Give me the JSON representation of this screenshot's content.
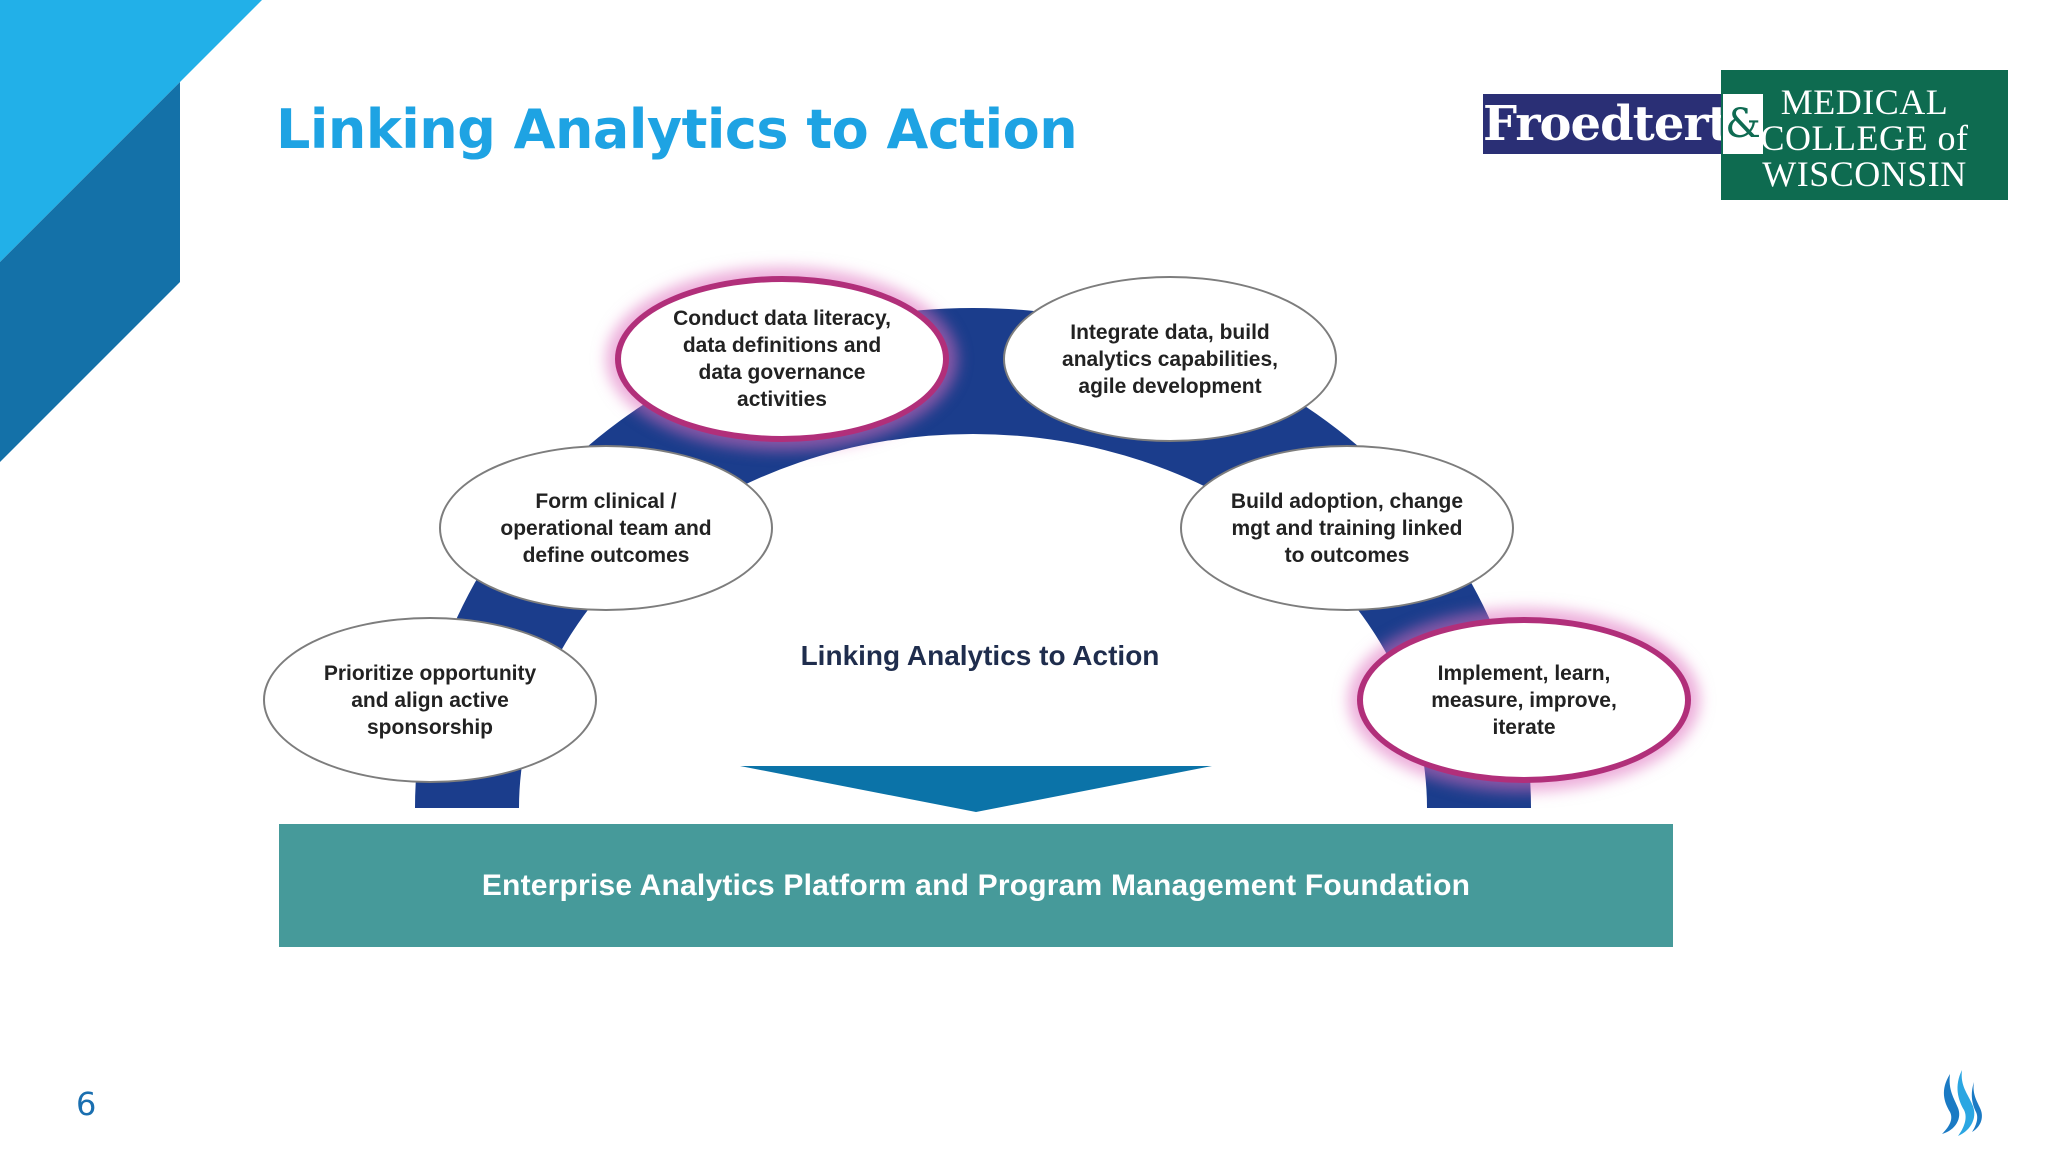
{
  "slide": {
    "title": "Linking Analytics to Action",
    "page_number": "6"
  },
  "logo": {
    "left_text": "Froedtert",
    "ampersand": "&",
    "right_lines": [
      "MEDICAL",
      "COLLEGE of",
      "WISCONSIN"
    ]
  },
  "diagram": {
    "center_label": "Linking Analytics to Action",
    "steps": [
      {
        "text": "Prioritize opportunity and align active sponsorship",
        "highlighted": false
      },
      {
        "text": "Form clinical / operational team and define outcomes",
        "highlighted": false
      },
      {
        "text": "Conduct data literacy, data definitions and data governance activities",
        "highlighted": true
      },
      {
        "text": "Integrate data, build analytics capabilities, agile development",
        "highlighted": false
      },
      {
        "text": "Build adoption, change mgt and training linked to outcomes",
        "highlighted": false
      },
      {
        "text": "Implement, learn, measure, improve, iterate",
        "highlighted": true
      }
    ],
    "foundation_label": "Enterprise Analytics Platform and Program Management Foundation"
  },
  "colors": {
    "title": "#1ea3e3",
    "arch": "#1b3d8c",
    "arrow": "#0b73a8",
    "foundation": "#469a9a",
    "highlight_border": "#b12f7a",
    "corner_light": "#22b0e8",
    "corner_dark": "#1471a8"
  },
  "icons": [
    "flame-logo-icon"
  ]
}
